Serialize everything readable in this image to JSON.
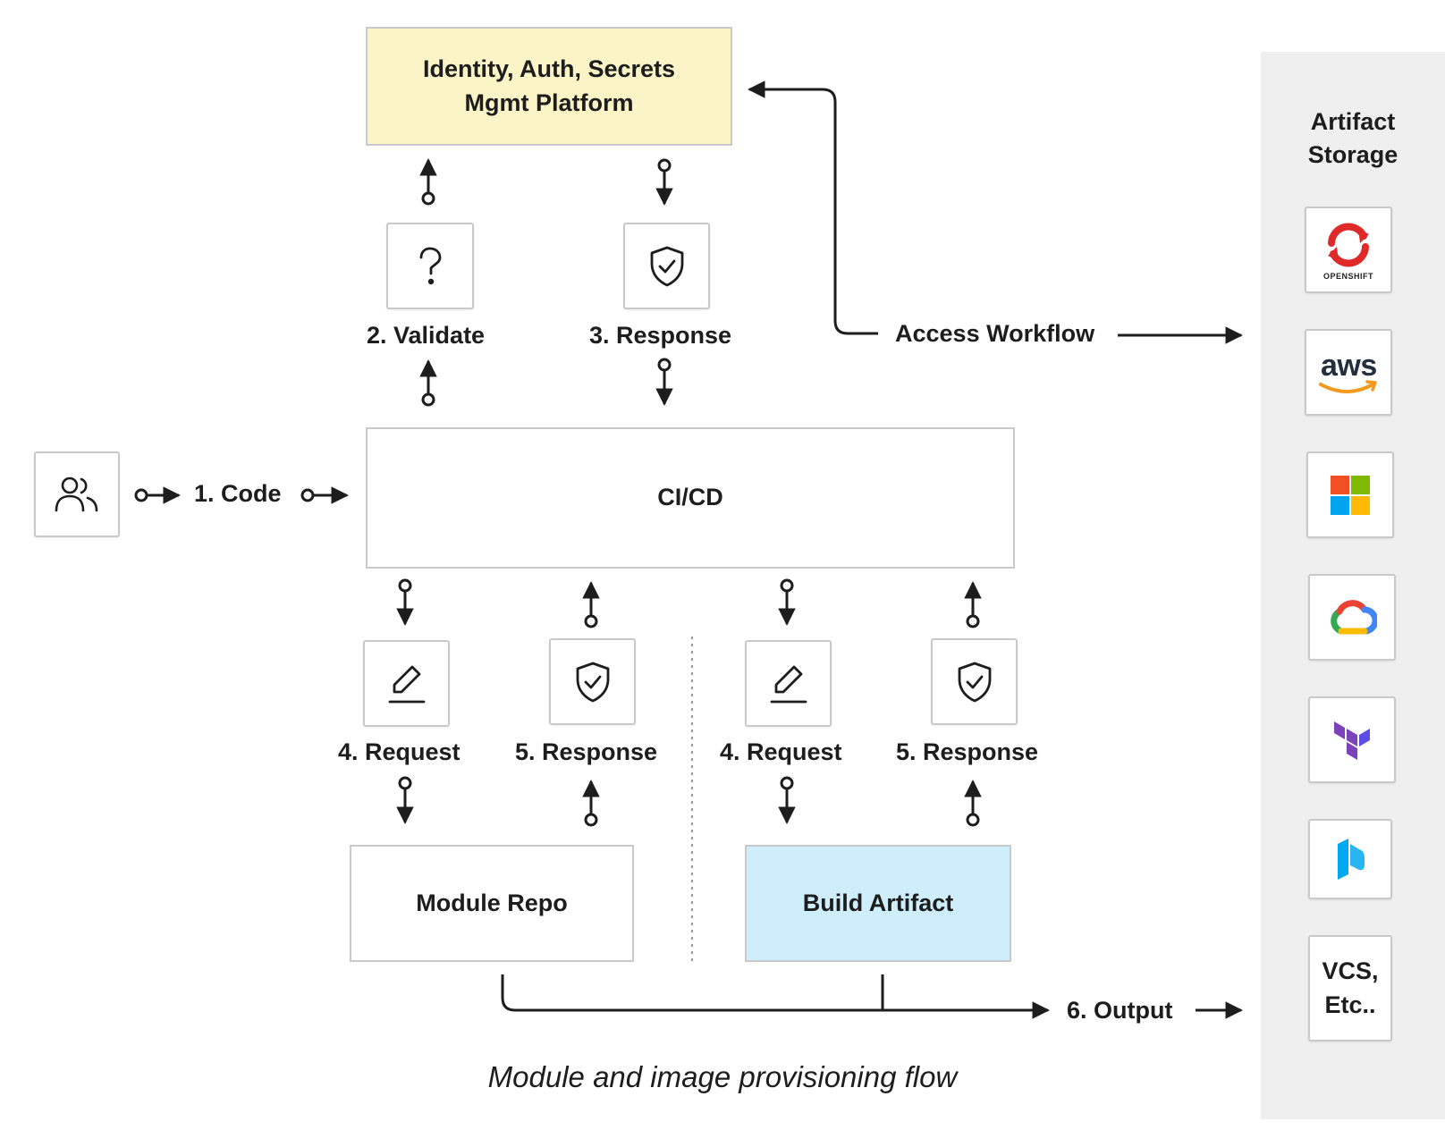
{
  "nodes": {
    "identity_platform": "Identity, Auth, Secrets\nMgmt Platform",
    "cicd": "CI/CD",
    "module_repo": "Module Repo",
    "build_artifact": "Build Artifact"
  },
  "labels": {
    "validate": "2. Validate",
    "response_3": "3. Response",
    "access_workflow": "Access Workflow",
    "code": "1. Code",
    "request_4a": "4. Request",
    "response_5a": "5. Response",
    "request_4b": "4. Request",
    "response_5b": "5. Response",
    "output": "6. Output"
  },
  "storage": {
    "title": "Artifact\nStorage",
    "openshift_text": "OPENSHIFT",
    "aws_text": "aws",
    "vcs_text": "VCS,\nEtc.."
  },
  "caption": "Module and image provisioning flow",
  "icons": {
    "user": "users-icon",
    "validate": "question-icon",
    "response": "shield-check-icon",
    "request": "pencil-icon"
  },
  "colors": {
    "yellow_box": "#faf4c7",
    "blue_box": "#cfeefb",
    "openshift_red": "#e02a2a",
    "aws_orange": "#f29a1d",
    "terraform_purple": "#7b42bc",
    "packer_blue": "#02a8ef"
  }
}
